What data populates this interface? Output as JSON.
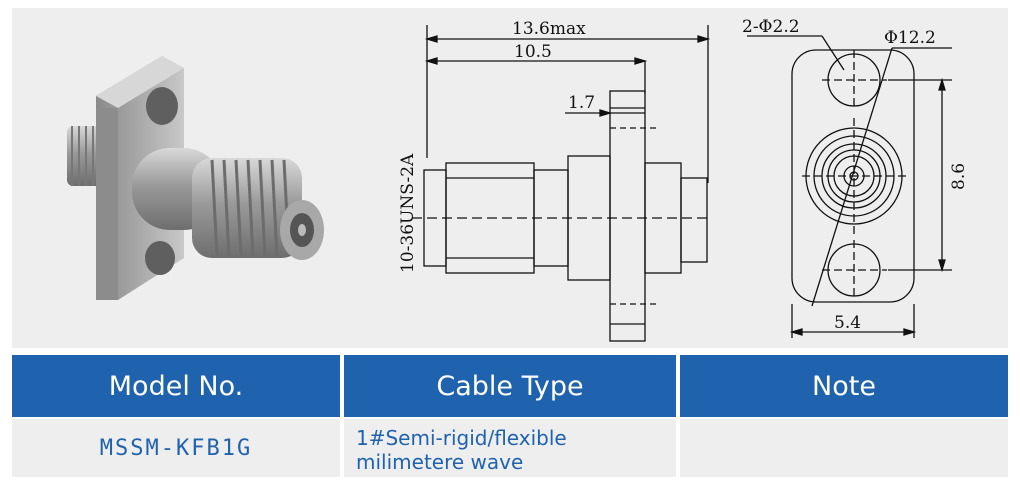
{
  "drawing": {
    "dim_overall": "13.6max",
    "dim_length": "10.5",
    "dim_flange": "1.7",
    "thread_spec": "10-36UNS-2A",
    "dim_holes": "2-Φ2.2",
    "dim_circle": "Φ12.2",
    "dim_hole_spacing": "8.6",
    "dim_width": "5.4"
  },
  "table": {
    "headers": [
      "Model No.",
      "Cable Type",
      "Note"
    ],
    "row": {
      "model": "MSSM-KFB1G",
      "cable_line1": "1#Semi-rigid/flexible",
      "cable_line2": "milimetere wave",
      "note": ""
    }
  },
  "colors": {
    "header_bg": "#1f62ad",
    "cell_bg": "#eeeeee",
    "panel_bg": "#eeeeee"
  }
}
